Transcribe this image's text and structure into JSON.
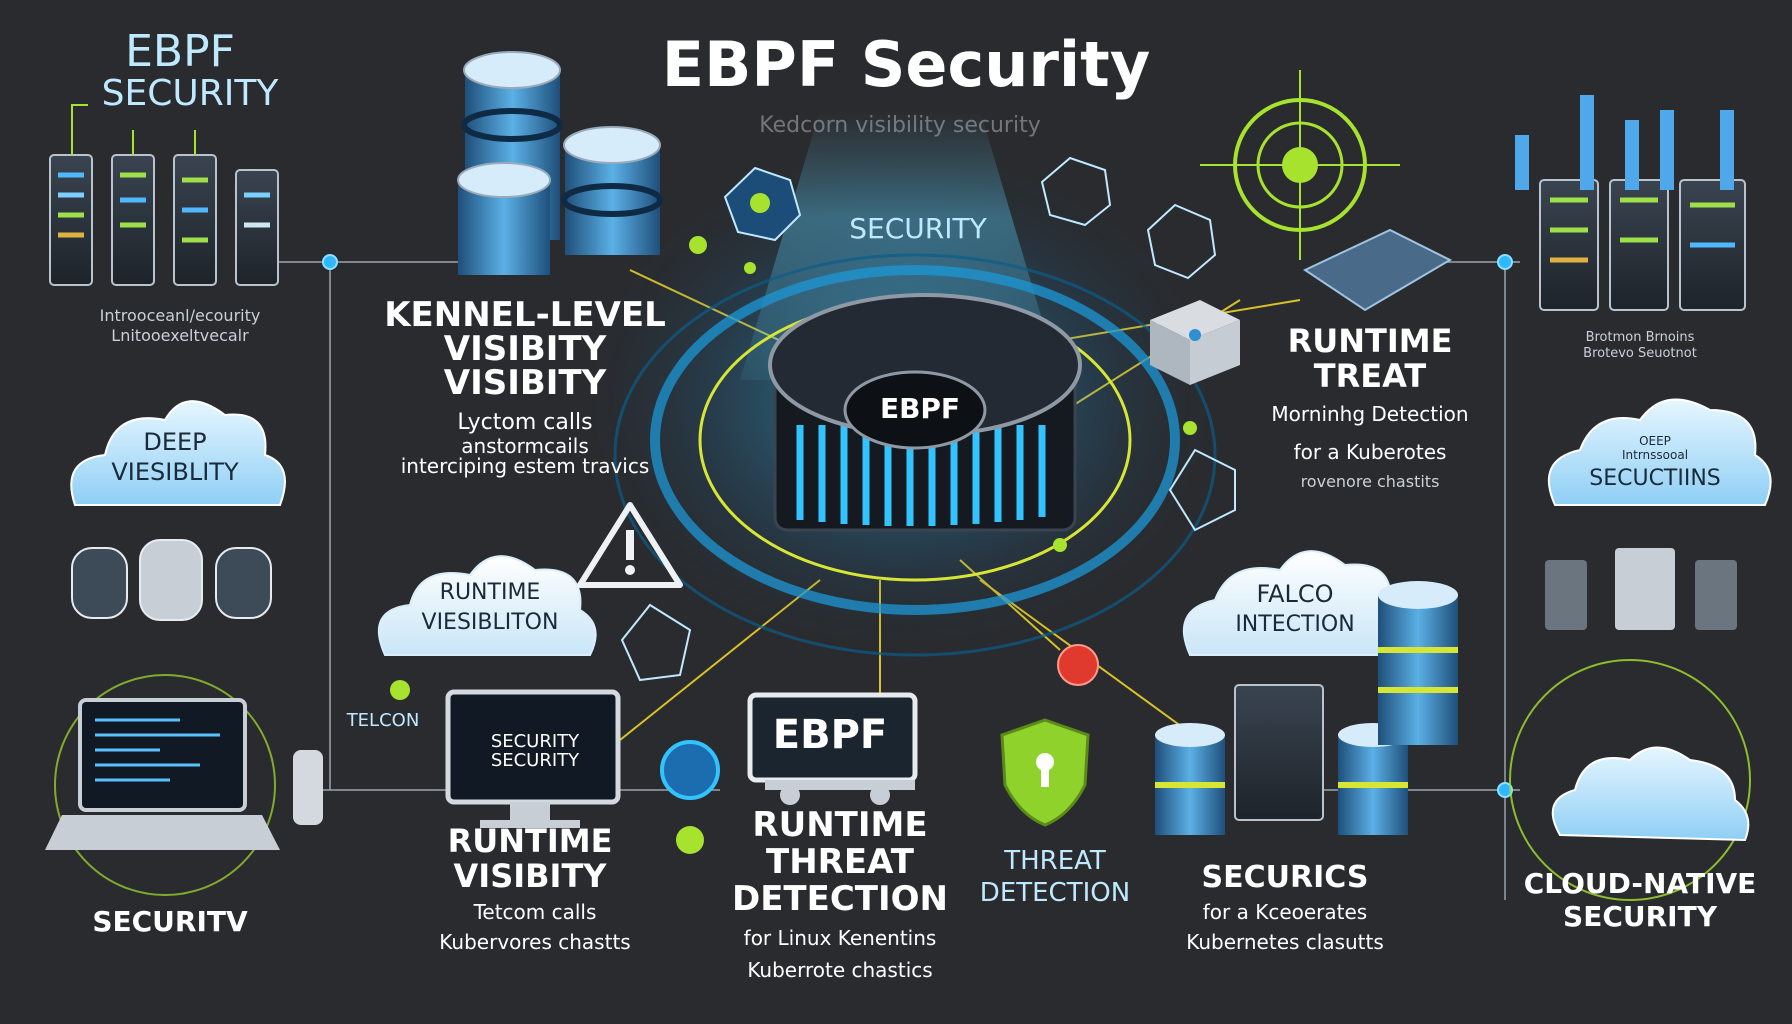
{
  "title": "EBPF Security",
  "subtitle": "Kedcorn visibility security",
  "center": {
    "beam_label": "SECURITY",
    "hub_label": "EBPF"
  },
  "top_left": {
    "title_line1": "EBPF",
    "title_line2": "SECURITY",
    "caption_line1": "Introoceanl/ecourity",
    "caption_line2": "Lnitooexeltvecalr"
  },
  "kernel": {
    "line1": "KENNEL-LEVEL",
    "line2": "VISIBITY",
    "line3": "VISIBITY",
    "sub1": "Lyctom calls",
    "sub2": "anstormcails",
    "sub3": "interciping estem travics"
  },
  "deep_cloud": {
    "line1": "DEEP",
    "line2": "VIESIBLITY"
  },
  "runtime_cloud": {
    "line1": "RUNTIME",
    "line2": "VIESIBLITON"
  },
  "laptop": {
    "label": "SECURITV",
    "side_label": "TELCON"
  },
  "monitor": {
    "screen_line1": "SECURITY",
    "screen_line2": "SECURITY"
  },
  "runtime_vis": {
    "line1": "RUNTIME",
    "line2": "VISIBITY",
    "sub1": "Tetcom calls",
    "sub2": "Kubervores chastts"
  },
  "truck": {
    "label": "EBPF"
  },
  "runtime_threat_bottom": {
    "line1": "RUNTIME",
    "line2": "THREAT",
    "line3": "DETECTION",
    "sub1": "for Linux Kenentins",
    "sub2": "Kuberrote chastics"
  },
  "threat_detection": {
    "line1": "THREAT",
    "line2": "DETECTION"
  },
  "runtime_threat_right": {
    "line1": "RUNTIME",
    "line2": "TREAT",
    "sub1": "Morninhg Detection",
    "sub2": "for a Kuberotes",
    "sub3": "rovenore chastits"
  },
  "falco_cloud": {
    "line1": "FALCO",
    "line2": "INTECTION"
  },
  "securics": {
    "title": "SECURICS",
    "sub1": "for a Kceoerates",
    "sub2": "Kubernetes clasutts"
  },
  "right_cloud": {
    "line1": "OEEP",
    "line2": "Intrnssooal",
    "line3": "SECUCTIINS"
  },
  "top_right": {
    "caption_line1": "Brotmon Brnoins",
    "caption_line2": "Brotevo Seuotnot"
  },
  "cloud_native": {
    "line1": "CLOUD-NATIVE",
    "line2": "SECURITY"
  },
  "colors": {
    "background": "#2a2b2e",
    "accent_cyan": "#22c6ff",
    "accent_lime": "#a6e22e",
    "cloud_blue": "#bfe6ff",
    "alert_red": "#e03a2f"
  }
}
